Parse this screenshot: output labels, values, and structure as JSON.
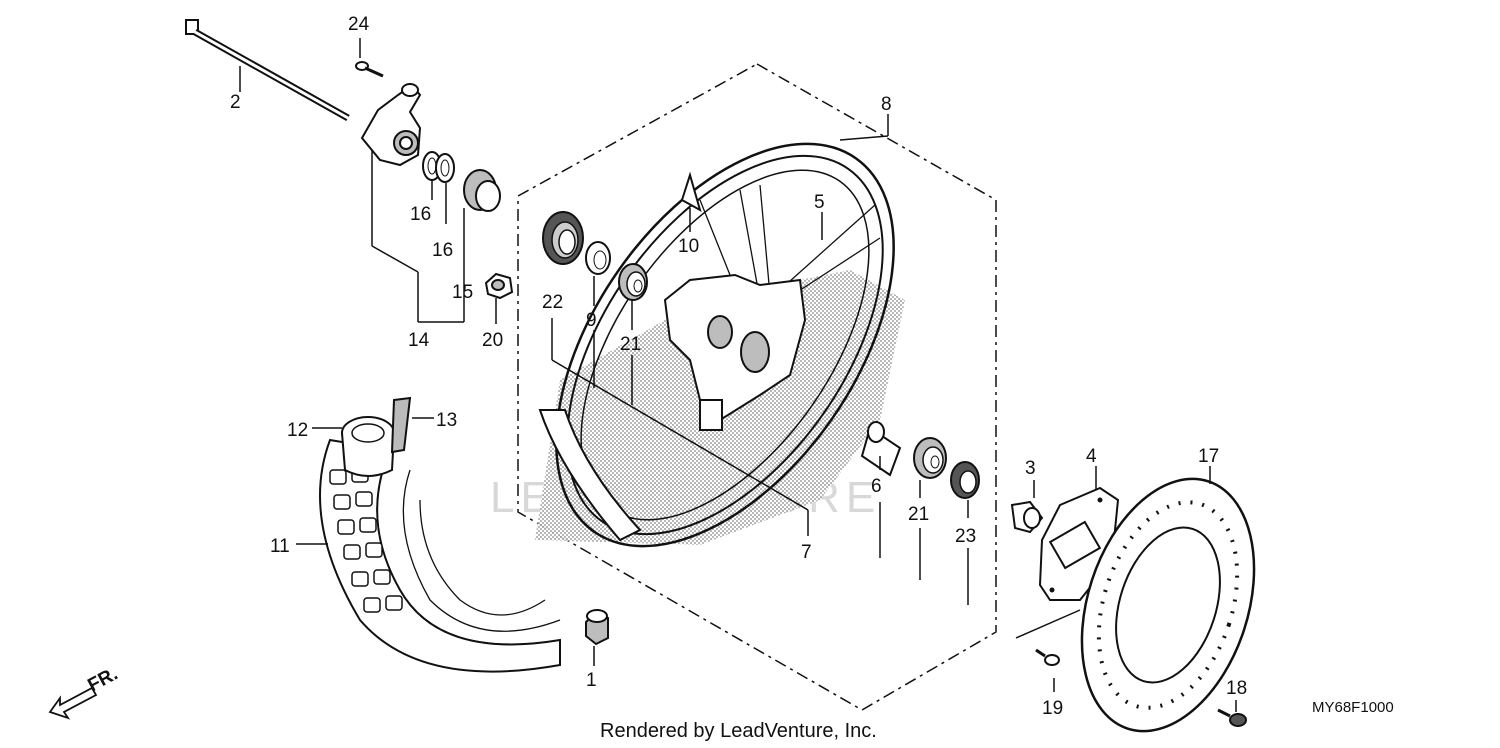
{
  "diagram": {
    "callouts": {
      "c1": "1",
      "c2": "2",
      "c3": "3",
      "c4": "4",
      "c5": "5",
      "c6": "6",
      "c7": "7",
      "c8": "8",
      "c9": "9",
      "c10": "10",
      "c11": "11",
      "c12": "12",
      "c13": "13",
      "c14": "14",
      "c15": "15",
      "c16a": "16",
      "c16b": "16",
      "c17": "17",
      "c18": "18",
      "c19": "19",
      "c20": "20",
      "c21a": "21",
      "c21b": "21",
      "c22": "22",
      "c23": "23",
      "c24": "24"
    },
    "watermark": "LEADVENTURE",
    "direction_label": "FR.",
    "diagram_code": "MY68F1000",
    "footer": "Rendered by LeadVenture, Inc."
  }
}
